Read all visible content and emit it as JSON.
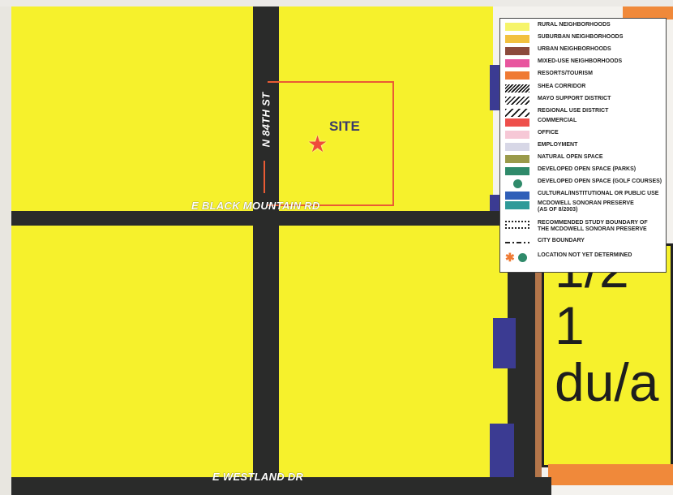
{
  "map": {
    "site_label": "SITE",
    "roads": {
      "n84th": "N 84TH ST",
      "black_mountain": "E BLACK MOUNTAIN RD",
      "westland": "E WESTLAND DR"
    },
    "density_lines": [
      "1/2",
      "1",
      "du/a"
    ],
    "colors": {
      "rural": "#f6f12c",
      "road": "#2a2b2a",
      "site_outline": "#ea5b34",
      "site_star": "#ef4b3a",
      "boundary": "#3b3b92",
      "resort": "#f0893a"
    }
  },
  "legend": {
    "items": [
      {
        "label": "RURAL NEIGHBORHOODS",
        "swatch": "#f6f46a"
      },
      {
        "label": "SUBURBAN NEIGHBORHOODS",
        "swatch": "#f2c13f"
      },
      {
        "label": "URBAN NEIGHBORHOODS",
        "swatch": "#8c4a3c"
      },
      {
        "label": "MIXED-USE NEIGHBORHOODS",
        "swatch": "#e8559e"
      },
      {
        "label": "RESORTS/TOURISM",
        "swatch": "#ef7a33"
      },
      {
        "label": "SHEA CORRIDOR",
        "swatch": "hatch-dense"
      },
      {
        "label": "MAYO SUPPORT DISTRICT",
        "swatch": "hatch-medium"
      },
      {
        "label": "REGIONAL USE DISTRICT",
        "swatch": "hatch-sparse"
      },
      {
        "label": "COMMERCIAL",
        "swatch": "#ee4f4b"
      },
      {
        "label": "OFFICE",
        "swatch": "#f6c8d6"
      },
      {
        "label": "EMPLOYMENT",
        "swatch": "#d7d7e6"
      },
      {
        "label": "NATURAL OPEN SPACE",
        "swatch": "#9a9a4a"
      },
      {
        "label": "DEVELOPED OPEN SPACE (PARKS)",
        "swatch": "#2f8a6a"
      },
      {
        "label": "DEVELOPED OPEN SPACE (GOLF COURSES)",
        "swatch": "golf-dot"
      },
      {
        "label": "CULTURAL/INSTITUTIONAL OR PUBLIC USE",
        "swatch": "#2f5fb8"
      },
      {
        "label": "MCDOWELL SONORAN PRESERVE",
        "label2": "(AS OF 8/2003)",
        "swatch": "#2f9a98"
      },
      {
        "label": "RECOMMENDED STUDY BOUNDARY OF",
        "label2": "THE MCDOWELL SONORAN PRESERVE",
        "swatch": "dotted-box"
      },
      {
        "label": "CITY BOUNDARY",
        "swatch": "dash-line"
      },
      {
        "label": "LOCATION NOT YET DETERMINED",
        "swatch": "asterisk-dot"
      }
    ]
  }
}
